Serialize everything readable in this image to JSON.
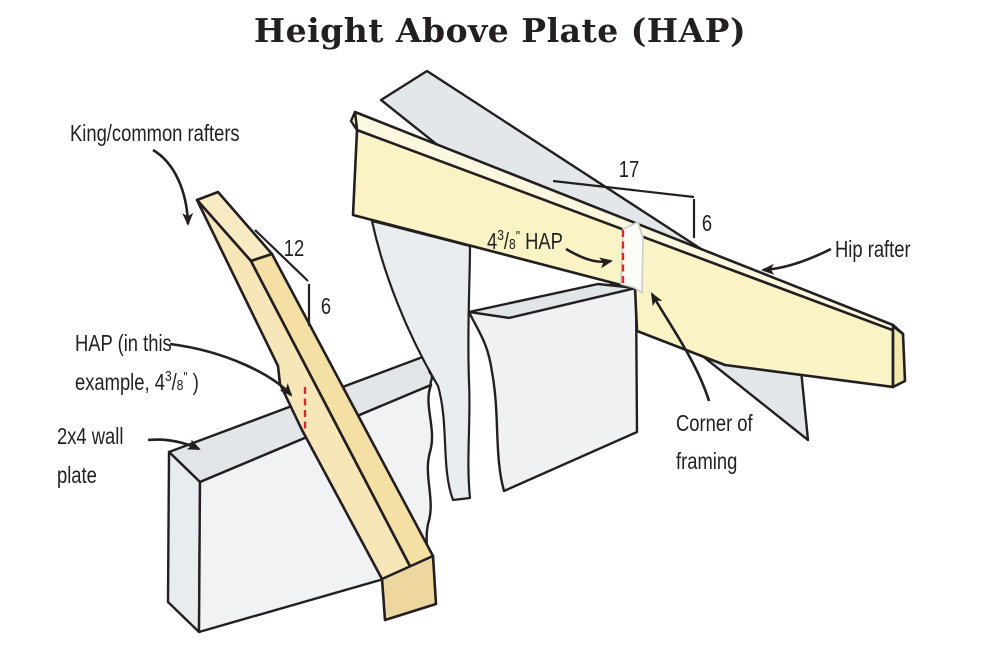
{
  "title": "Height Above Plate (HAP)",
  "labels": {
    "king": "King/common rafters",
    "hap_left_line1": "HAP (in this",
    "hap_left_pre": "example, 4",
    "frac_sup": "3",
    "frac_slash": "/",
    "frac_sub": "8",
    "quote": "\"",
    "hap_left_post": " )",
    "plate_line1": "2x4 wall",
    "plate_line2": "plate",
    "hap_right_pre": "4",
    "hap_right_post": " HAP",
    "hip": "Hip rafter",
    "corner_line1": "Corner of",
    "corner_line2": "framing",
    "dim_common_slope": "12",
    "dim_common_rise": "6",
    "dim_hip_slope": "17",
    "dim_hip_rise": "6"
  },
  "values": {
    "hap_example": "4 3/8 in",
    "common_pitch": "12 : 6",
    "hip_pitch": "17 : 6"
  },
  "colors": {
    "outline": "#231f20",
    "common_rafter_face": "#f4dfa5",
    "common_rafter_top": "#f6e6b8",
    "common_rafter_end": "#f8ebc3",
    "common_rafter_butt": "#eed79e",
    "hip_rafter_face": "#faf3c6",
    "hip_rafter_top": "#fcf8df",
    "hip_rafter_end": "#f3e9ae",
    "plate_top": "#e2e6e9",
    "plate_front": "#f0f2f3",
    "plate_end": "#e9ecee",
    "gray_rafter": "#e4e7ea",
    "wall_panel": "#eaedef",
    "hap_dashed_red": "#d42a2c",
    "background": "#ffffff"
  }
}
